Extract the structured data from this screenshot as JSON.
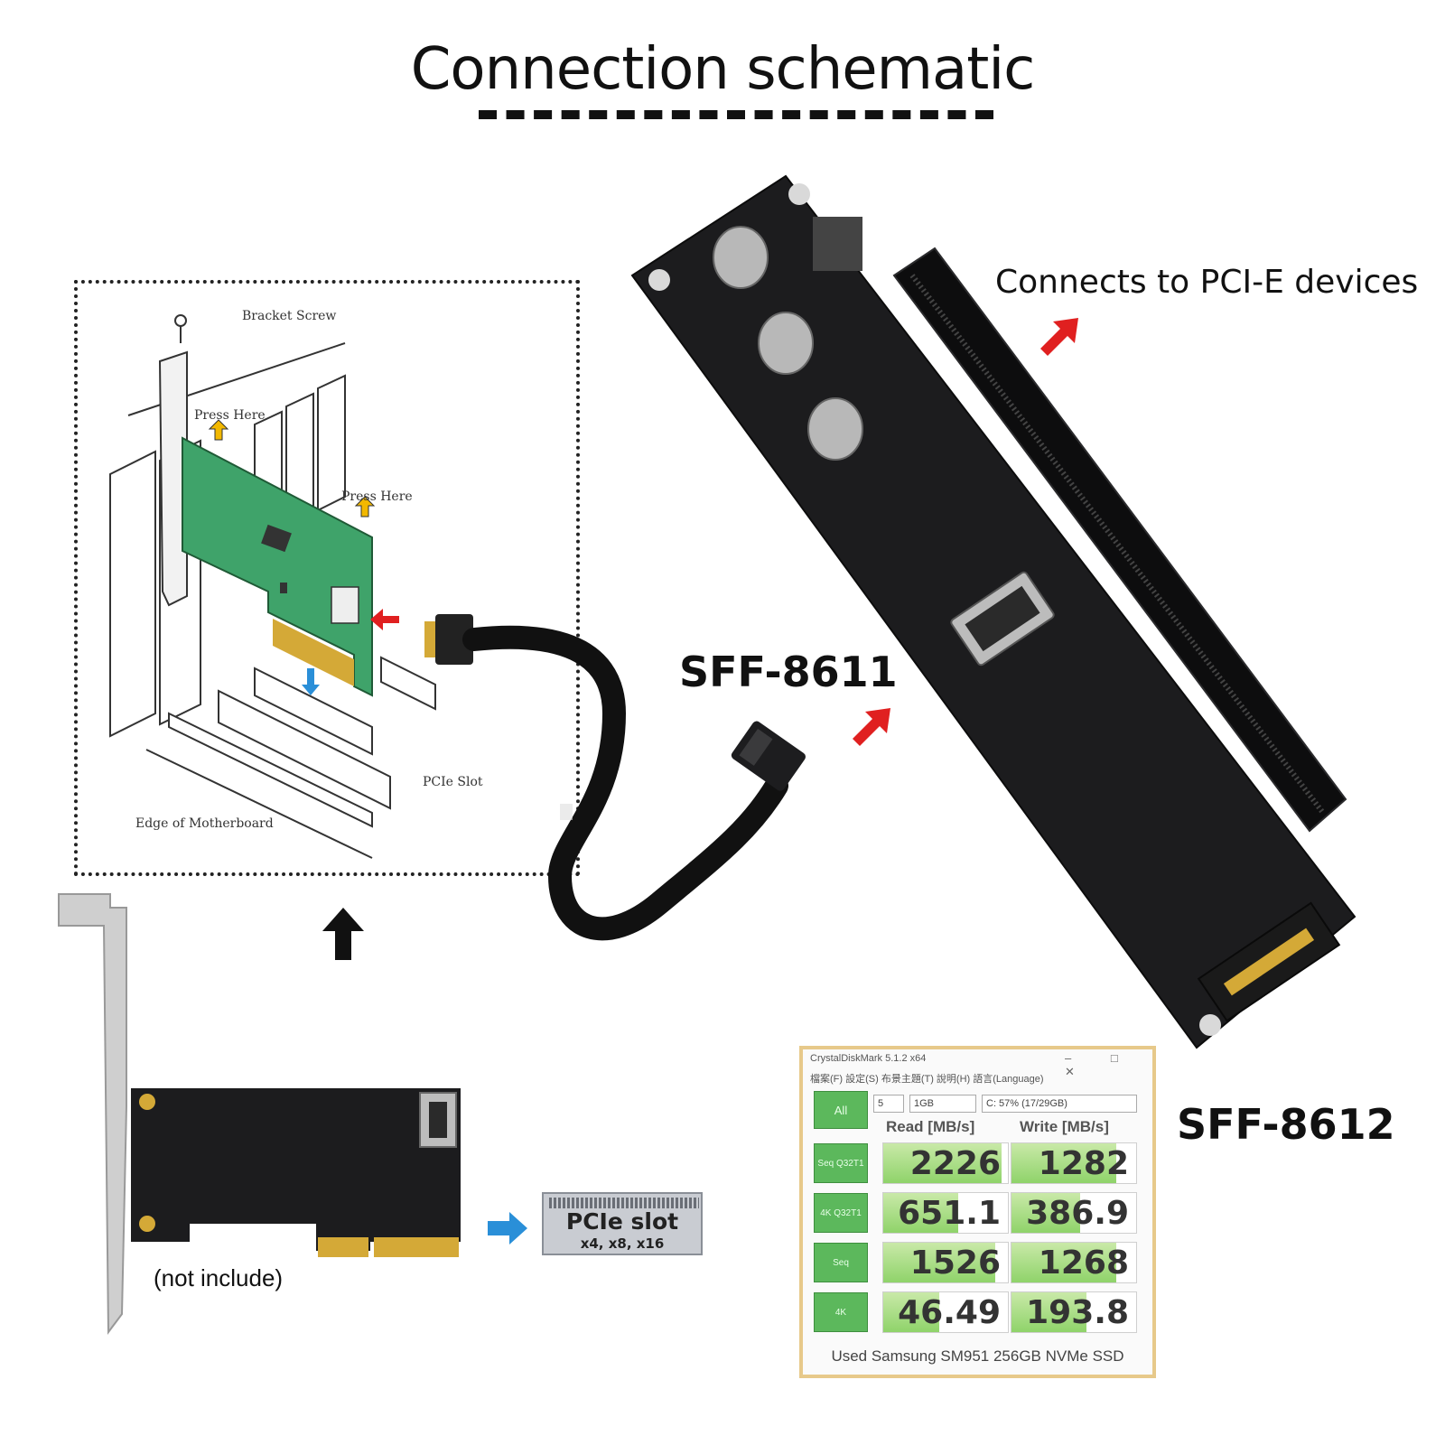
{
  "title": "Connection schematic",
  "labels": {
    "connects_to": "Connects to PCI-E devices",
    "sff_8611": "SFF-8611",
    "sff_8612": "SFF-8612",
    "not_include": "(not include)",
    "pcie_slot": "PCIe slot",
    "pcie_slot_sizes": "x4, x8, x16"
  },
  "install_diagram": {
    "bracket_screw": "Bracket Screw",
    "press_here_1": "Press Here",
    "press_here_2": "Press Here",
    "pcie_slot": "PCIe Slot",
    "edge_of_motherboard": "Edge of Motherboard"
  },
  "benchmark": {
    "app_title": "CrystalDiskMark 5.1.2 x64",
    "menu": "檔案(F)  設定(S)  布景主題(T)  說明(H)  語言(Language)",
    "window_controls": "– □ ✕",
    "count": "5",
    "size": "1GB",
    "drive": "C: 57% (17/29GB)",
    "all_button": "All",
    "read_header": "Read [MB/s]",
    "write_header": "Write [MB/s]",
    "rows": [
      {
        "label": "Seq Q32T1",
        "read": "2226",
        "write": "1282",
        "read_frac": 0.95,
        "write_frac": 0.84
      },
      {
        "label": "4K Q32T1",
        "read": "651.1",
        "write": "386.9",
        "read_frac": 0.6,
        "write_frac": 0.55
      },
      {
        "label": "Seq",
        "read": "1526",
        "write": "1268",
        "read_frac": 0.9,
        "write_frac": 0.84
      },
      {
        "label": "4K",
        "read": "46.49",
        "write": "193.8",
        "read_frac": 0.45,
        "write_frac": 0.6
      }
    ],
    "footer": "Used Samsung SM951 256GB NVMe SSD"
  },
  "colors": {
    "pcb_black": "#1c1c1e",
    "pcb_green": "#3fa36a",
    "arrow_red": "#e02020",
    "arrow_blue": "#2a8fd8",
    "gold": "#d4a937"
  }
}
